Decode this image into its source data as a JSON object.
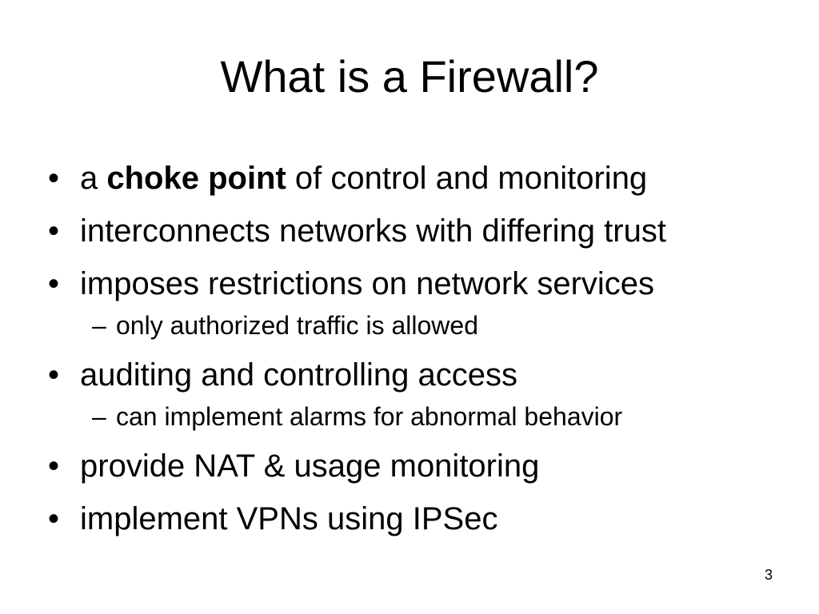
{
  "slide": {
    "title": "What is a Firewall?",
    "page_number": "3",
    "bullet_glyph": "•",
    "sub_glyph": "–",
    "bullets": [
      {
        "prefix": "a ",
        "bold": "choke point",
        "suffix": " of control and monitoring"
      },
      {
        "text": "interconnects networks with differing trust"
      },
      {
        "text": "imposes restrictions on network services",
        "sub": "only authorized traffic is allowed"
      },
      {
        "text": "auditing and controlling access",
        "sub": "can implement alarms for abnormal behavior"
      },
      {
        "text": "provide NAT & usage monitoring"
      },
      {
        "text": "implement VPNs using IPSec"
      }
    ]
  }
}
